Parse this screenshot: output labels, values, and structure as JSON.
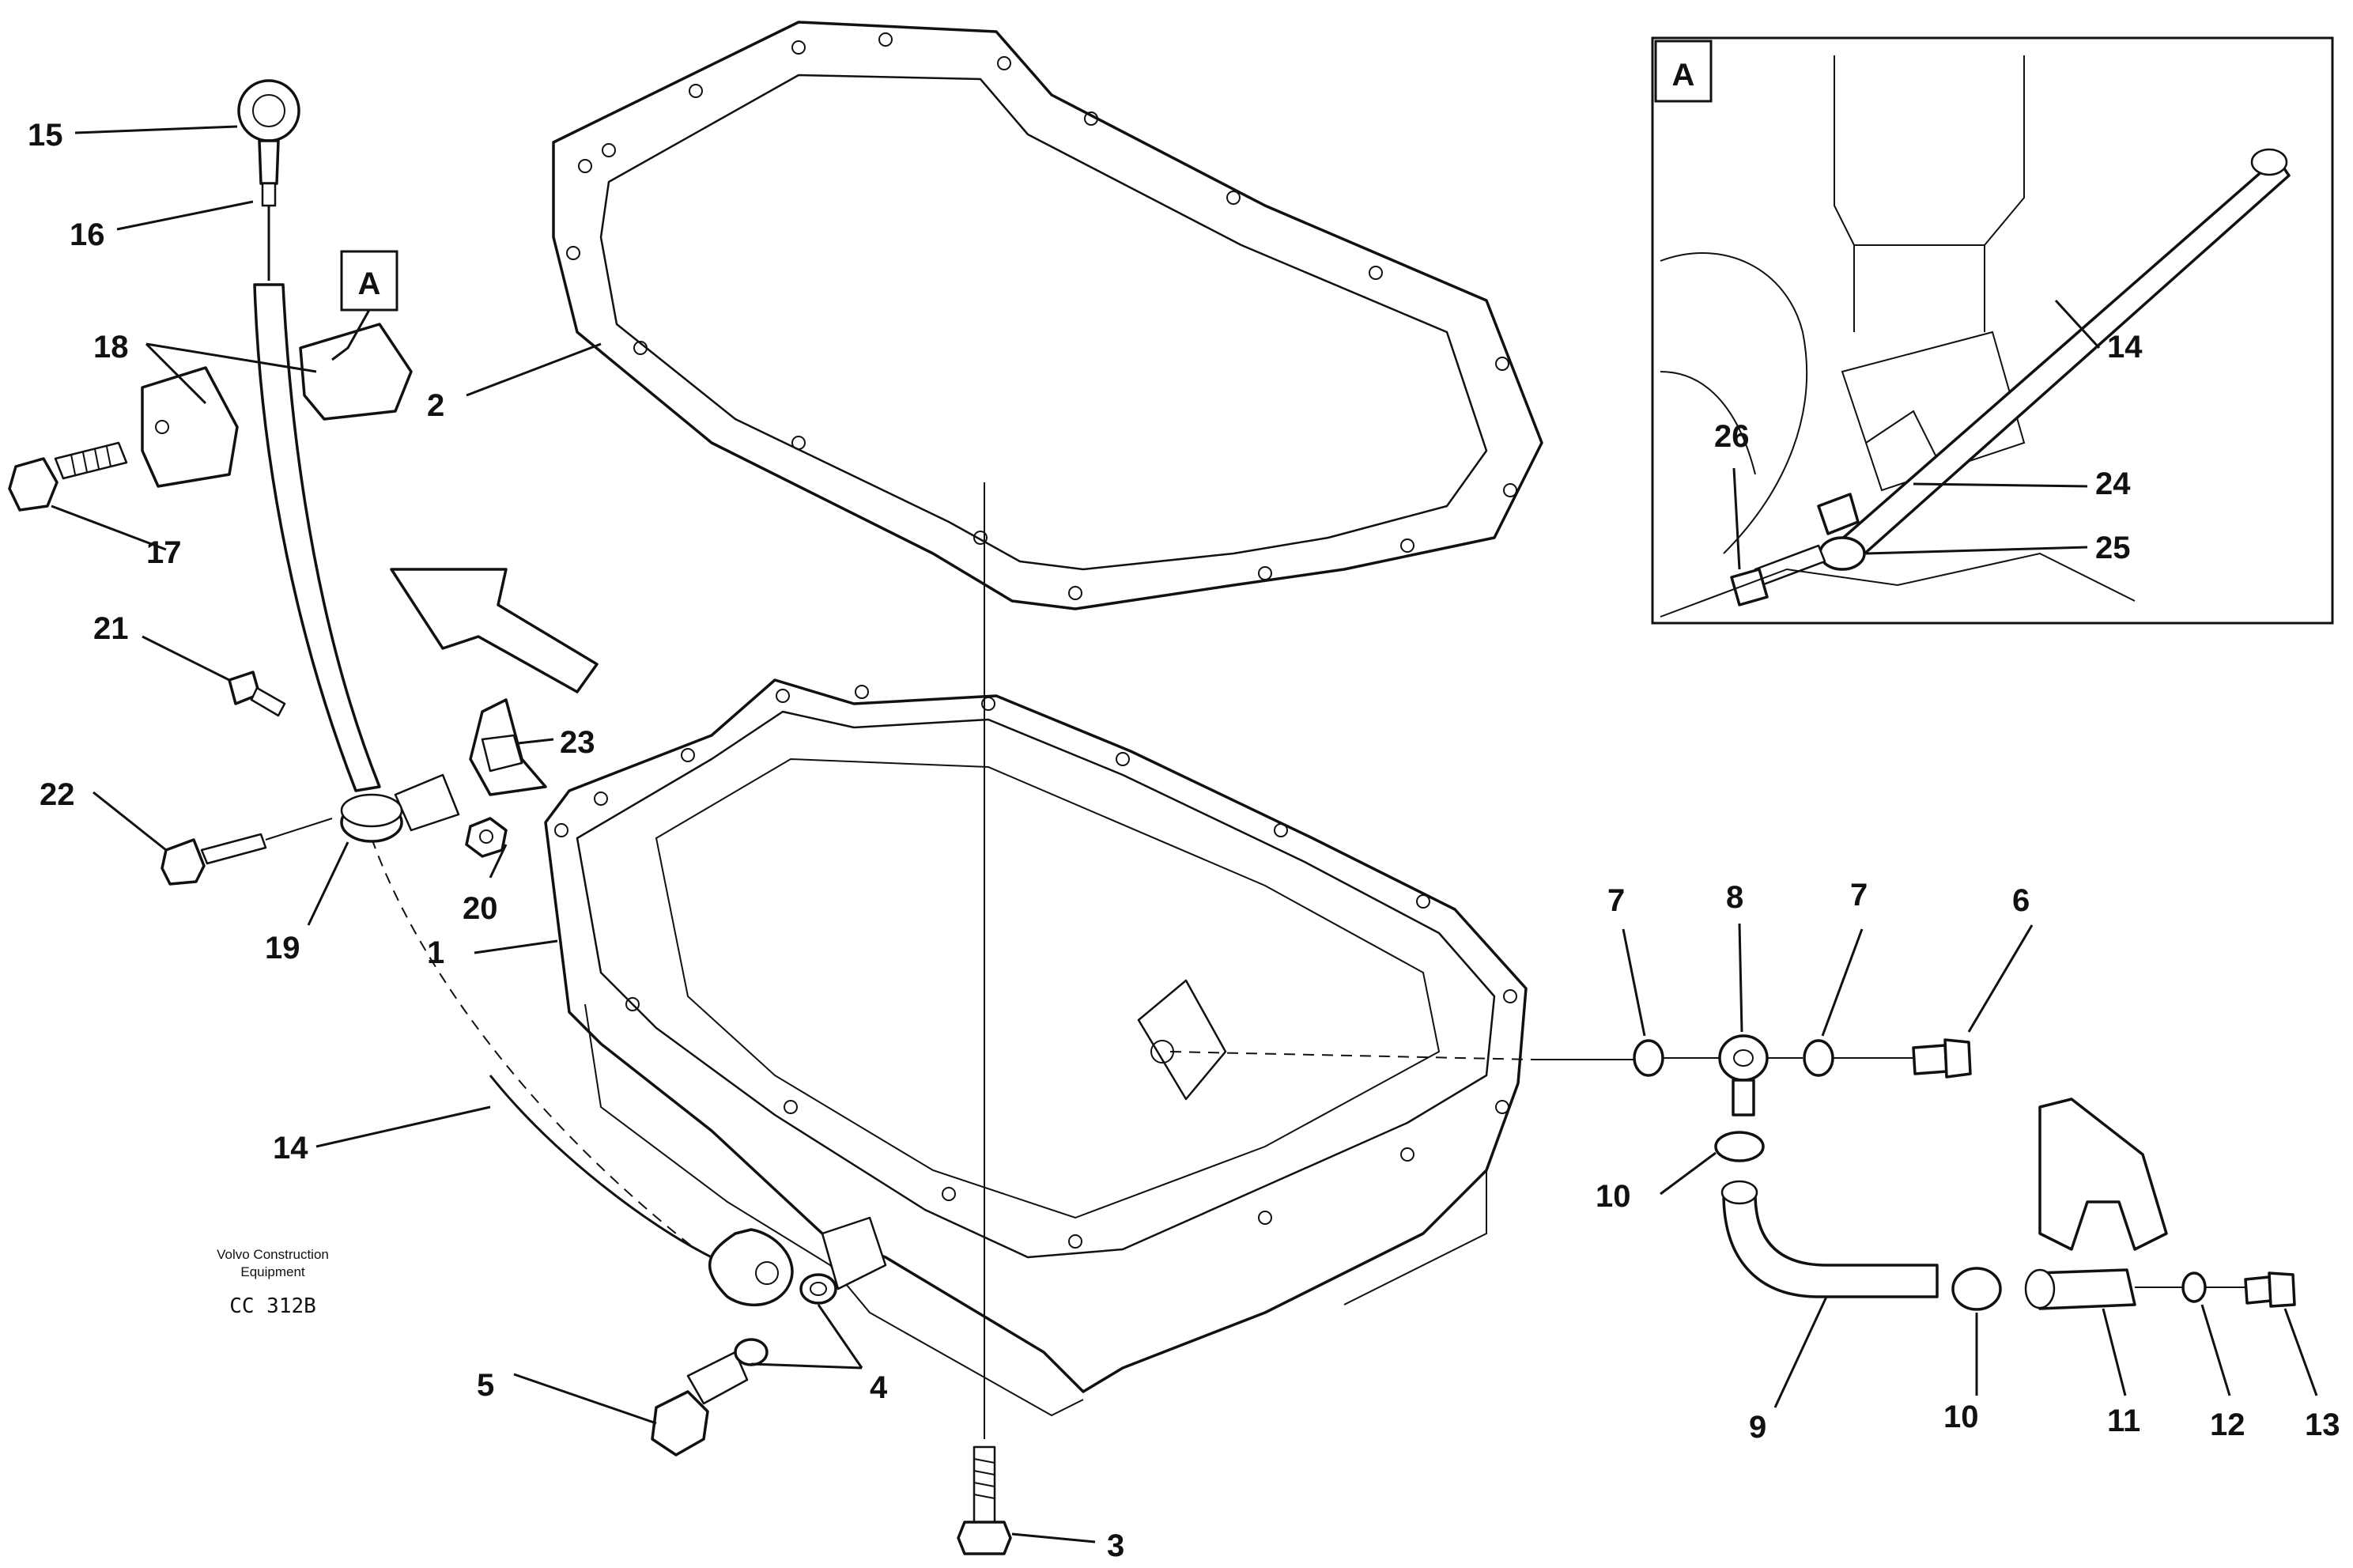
{
  "callouts": {
    "c1": "1",
    "c2": "2",
    "c3": "3",
    "c4": "4",
    "c5": "5",
    "c6": "6",
    "c7a": "7",
    "c7b": "7",
    "c8": "8",
    "c9": "9",
    "c10a": "10",
    "c10b": "10",
    "c11": "11",
    "c12": "12",
    "c13": "13",
    "c14a": "14",
    "c14b": "14",
    "c15": "15",
    "c16": "16",
    "c17": "17",
    "c18": "18",
    "c19": "19",
    "c20": "20",
    "c21": "21",
    "c22": "22",
    "c23": "23",
    "c24": "24",
    "c25": "25",
    "c26": "26"
  },
  "detail_view": {
    "label_main": "A",
    "label_inset": "A"
  },
  "credit": {
    "line1": "Volvo Construction",
    "line2": "Equipment",
    "code": "CC 312B"
  }
}
